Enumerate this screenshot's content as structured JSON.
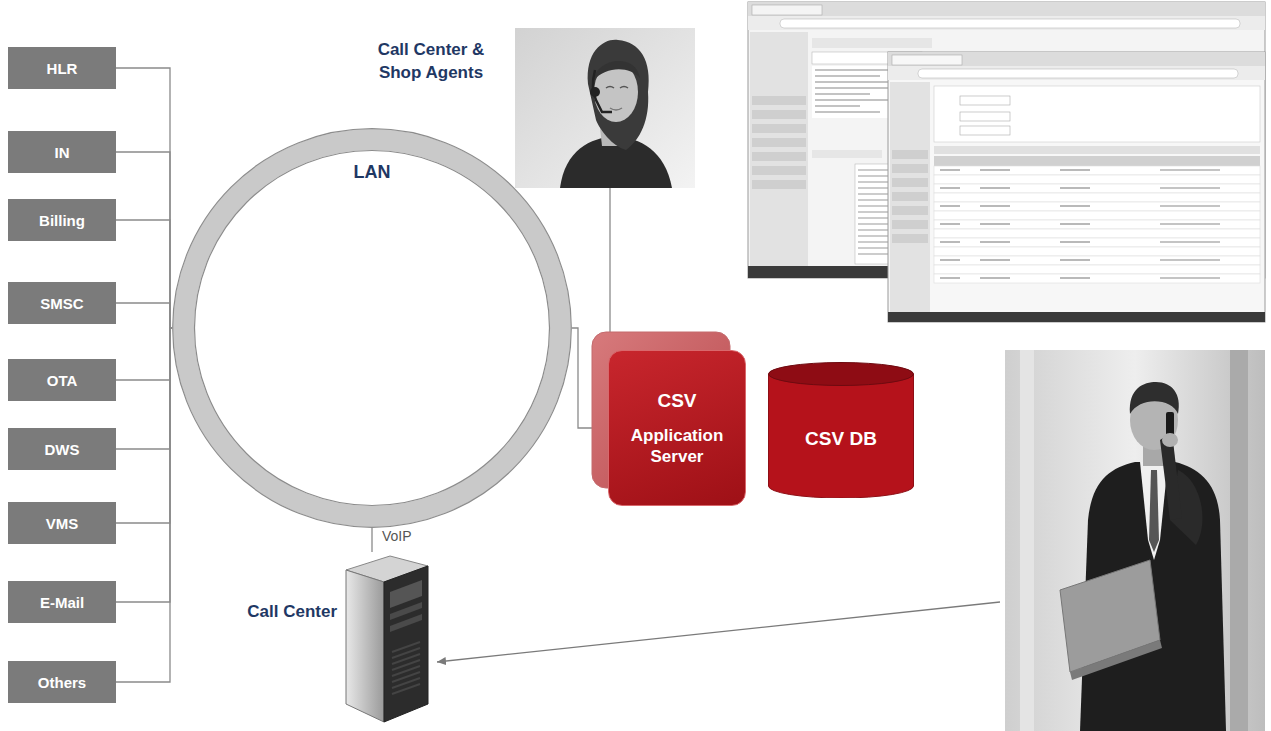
{
  "diagram": {
    "nodes": [
      {
        "text": [
          "HLR"
        ]
      },
      {
        "text": [
          "IN"
        ]
      },
      {
        "text": [
          "Billing"
        ]
      },
      {
        "text": [
          "SMSC"
        ]
      },
      {
        "text": [
          "OTA"
        ]
      },
      {
        "text": [
          "DWS"
        ]
      },
      {
        "text": [
          "VMS"
        ]
      },
      {
        "text": [
          "E-Mail"
        ]
      },
      {
        "text": [
          "Others"
        ]
      },
      {
        "text": [
          "LAN"
        ]
      },
      {
        "text": [
          "CSV",
          "Application Server"
        ]
      },
      {
        "text": [
          "CSV DB"
        ]
      },
      {
        "text": [
          "Call Center"
        ]
      }
    ],
    "edges": [
      {
        "from": 0,
        "to": 9,
        "arrow": "none"
      },
      {
        "from": 1,
        "to": 9,
        "arrow": "none"
      },
      {
        "from": 2,
        "to": 9,
        "arrow": "none"
      },
      {
        "from": 3,
        "to": 9,
        "arrow": "none"
      },
      {
        "from": 4,
        "to": 9,
        "arrow": "none"
      },
      {
        "from": 5,
        "to": 9,
        "arrow": "none"
      },
      {
        "from": 6,
        "to": 9,
        "arrow": "none"
      },
      {
        "from": 7,
        "to": 9,
        "arrow": "none"
      },
      {
        "from": 8,
        "to": 9,
        "arrow": "none"
      },
      {
        "from": 9,
        "to": 10,
        "arrow": "none"
      },
      {
        "from": 9,
        "to": 12,
        "label": "VoIP",
        "arrow": "none"
      }
    ],
    "labels": [
      "Call Center & Shop Agents"
    ]
  }
}
